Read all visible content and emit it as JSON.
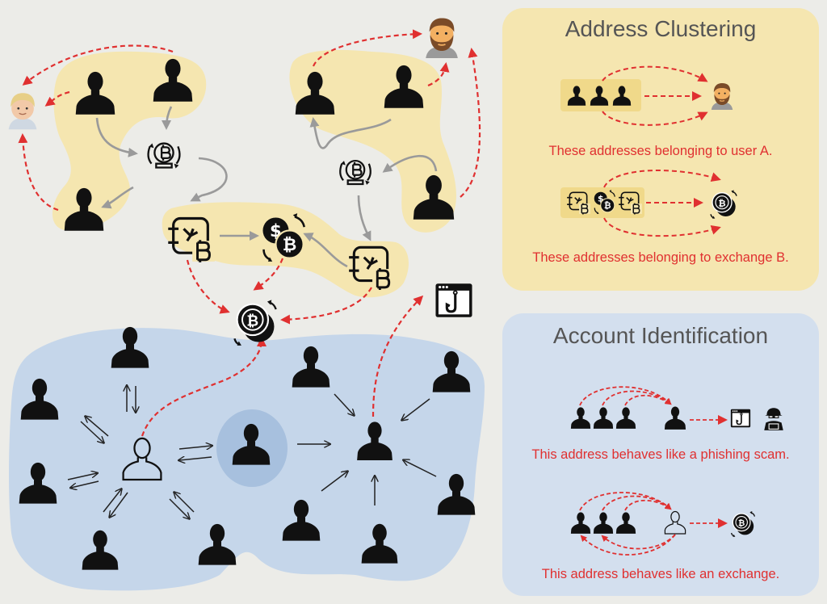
{
  "panels": {
    "address_clustering": {
      "title": "Address Clustering",
      "caption_user": "These addresses belonging to user A.",
      "caption_exchange": "These addresses belonging to exchange B."
    },
    "account_identification": {
      "title": "Account Identification",
      "caption_phishing": "This address behaves like a phishing scam.",
      "caption_exchange": "This address behaves like an exchange."
    }
  },
  "icons": {
    "user": "user-silhouette-icon",
    "user_outline": "user-outline-icon",
    "person_light": "light-hair-person-emoji",
    "person_beard": "bearded-man-emoji",
    "mixer": "bitcoin-mixer-icon",
    "exchange": "bitcoin-exchange-icon",
    "bitcoin_exchange_small": "dollar-bitcoin-swap-icon",
    "bitcoin_coins": "bitcoin-coins-icon",
    "phishing": "phishing-hook-icon",
    "hacker": "hacker-icon"
  },
  "colors": {
    "cluster_fill": "#f5e6b0",
    "account_fill": "#c5d6ea",
    "red_arrow": "#e03030",
    "gray_arrow": "#9a9a9a"
  }
}
